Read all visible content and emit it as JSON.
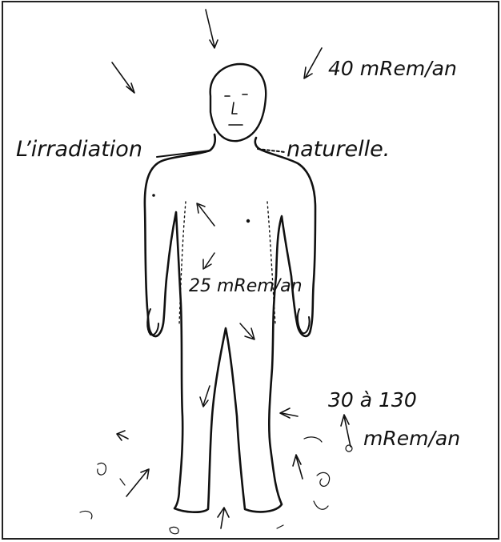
{
  "labels": {
    "cosmic": "40 mRem/an",
    "title_left": "L’irradiation",
    "title_right": "naturelle.",
    "internal": "25 mRem/an",
    "ground_line1": "30 à 130",
    "ground_line2": "mRem/an"
  }
}
